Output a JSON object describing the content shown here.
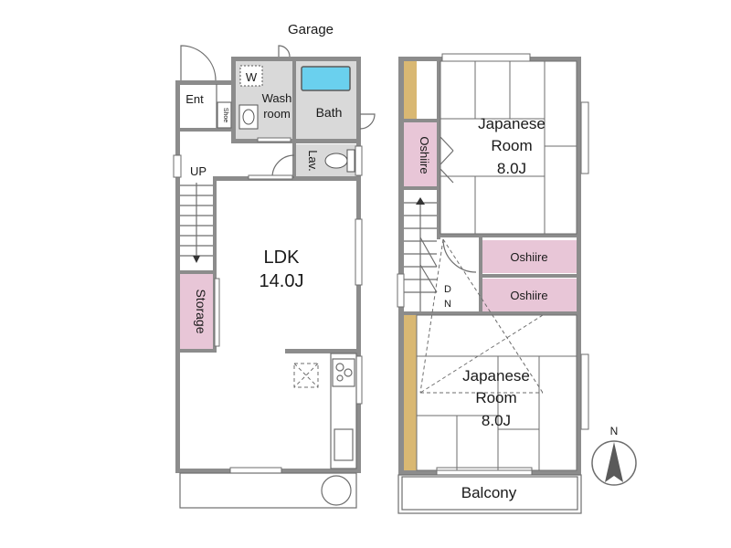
{
  "labels": {
    "garage": "Garage",
    "washer": "W",
    "ent": "Ent",
    "shoe": "Shoe",
    "wash_room_1": "Wash",
    "wash_room_2": "room",
    "bath": "Bath",
    "lav": "Lav.",
    "up": "UP",
    "ldk_1": "LDK",
    "ldk_2": "14.0J",
    "storage": "Storage",
    "oshiire_upper": "Oshiire",
    "jroom_upper_1": "Japanese",
    "jroom_upper_2": "Room",
    "jroom_upper_3": "8.0J",
    "oshiire_mid_1": "Oshiire",
    "oshiire_mid_2": "Oshiire",
    "dn_d": "D",
    "dn_n": "N",
    "jroom_lower_1": "Japanese",
    "jroom_lower_2": "Room",
    "jroom_lower_3": "8.0J",
    "balcony": "Balcony",
    "north": "N"
  },
  "colors": {
    "wall": "#8c8c8c",
    "storage_fill": "#e8c6d7",
    "bath_tub": "#6ad0ee",
    "tokonoma": "#d9b873",
    "floor_gray": "#d9d9d9"
  }
}
